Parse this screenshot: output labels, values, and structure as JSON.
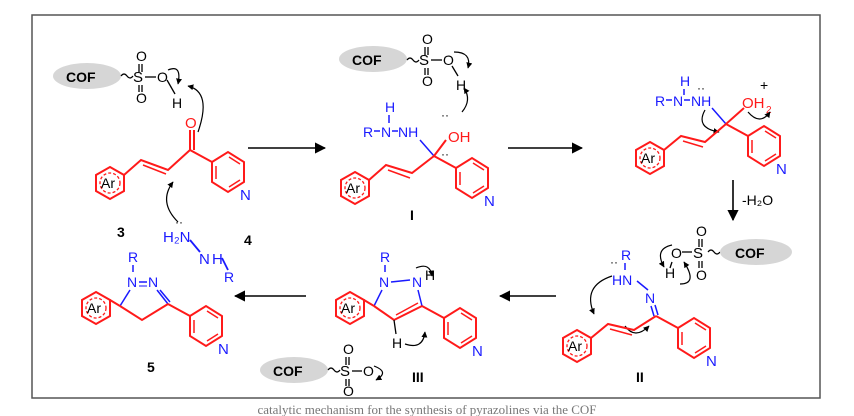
{
  "colors": {
    "black": "#000000",
    "red": "#ff1a1a",
    "blue": "#1a1aff",
    "frame": "#555555",
    "cof_fill": "#d6d6d6"
  },
  "labels": {
    "cof": "COF",
    "s": "S",
    "o": "O",
    "h": "H",
    "oh": "OH",
    "o_h2": "OH",
    "sub2": "2",
    "plus": "+",
    "ar": "Ar",
    "n": "N",
    "nh": "NH",
    "hn": "HN",
    "r": "R",
    "h2n": "H₂N",
    "water_loss": "-H₂O",
    "dots": "··"
  },
  "compounds": {
    "c3": "3",
    "c4": "4",
    "c5": "5",
    "intI": "I",
    "intII": "II",
    "intIII": "III"
  },
  "caption": "catalytic mechanism for the synthesis of pyrazolines via the COF"
}
